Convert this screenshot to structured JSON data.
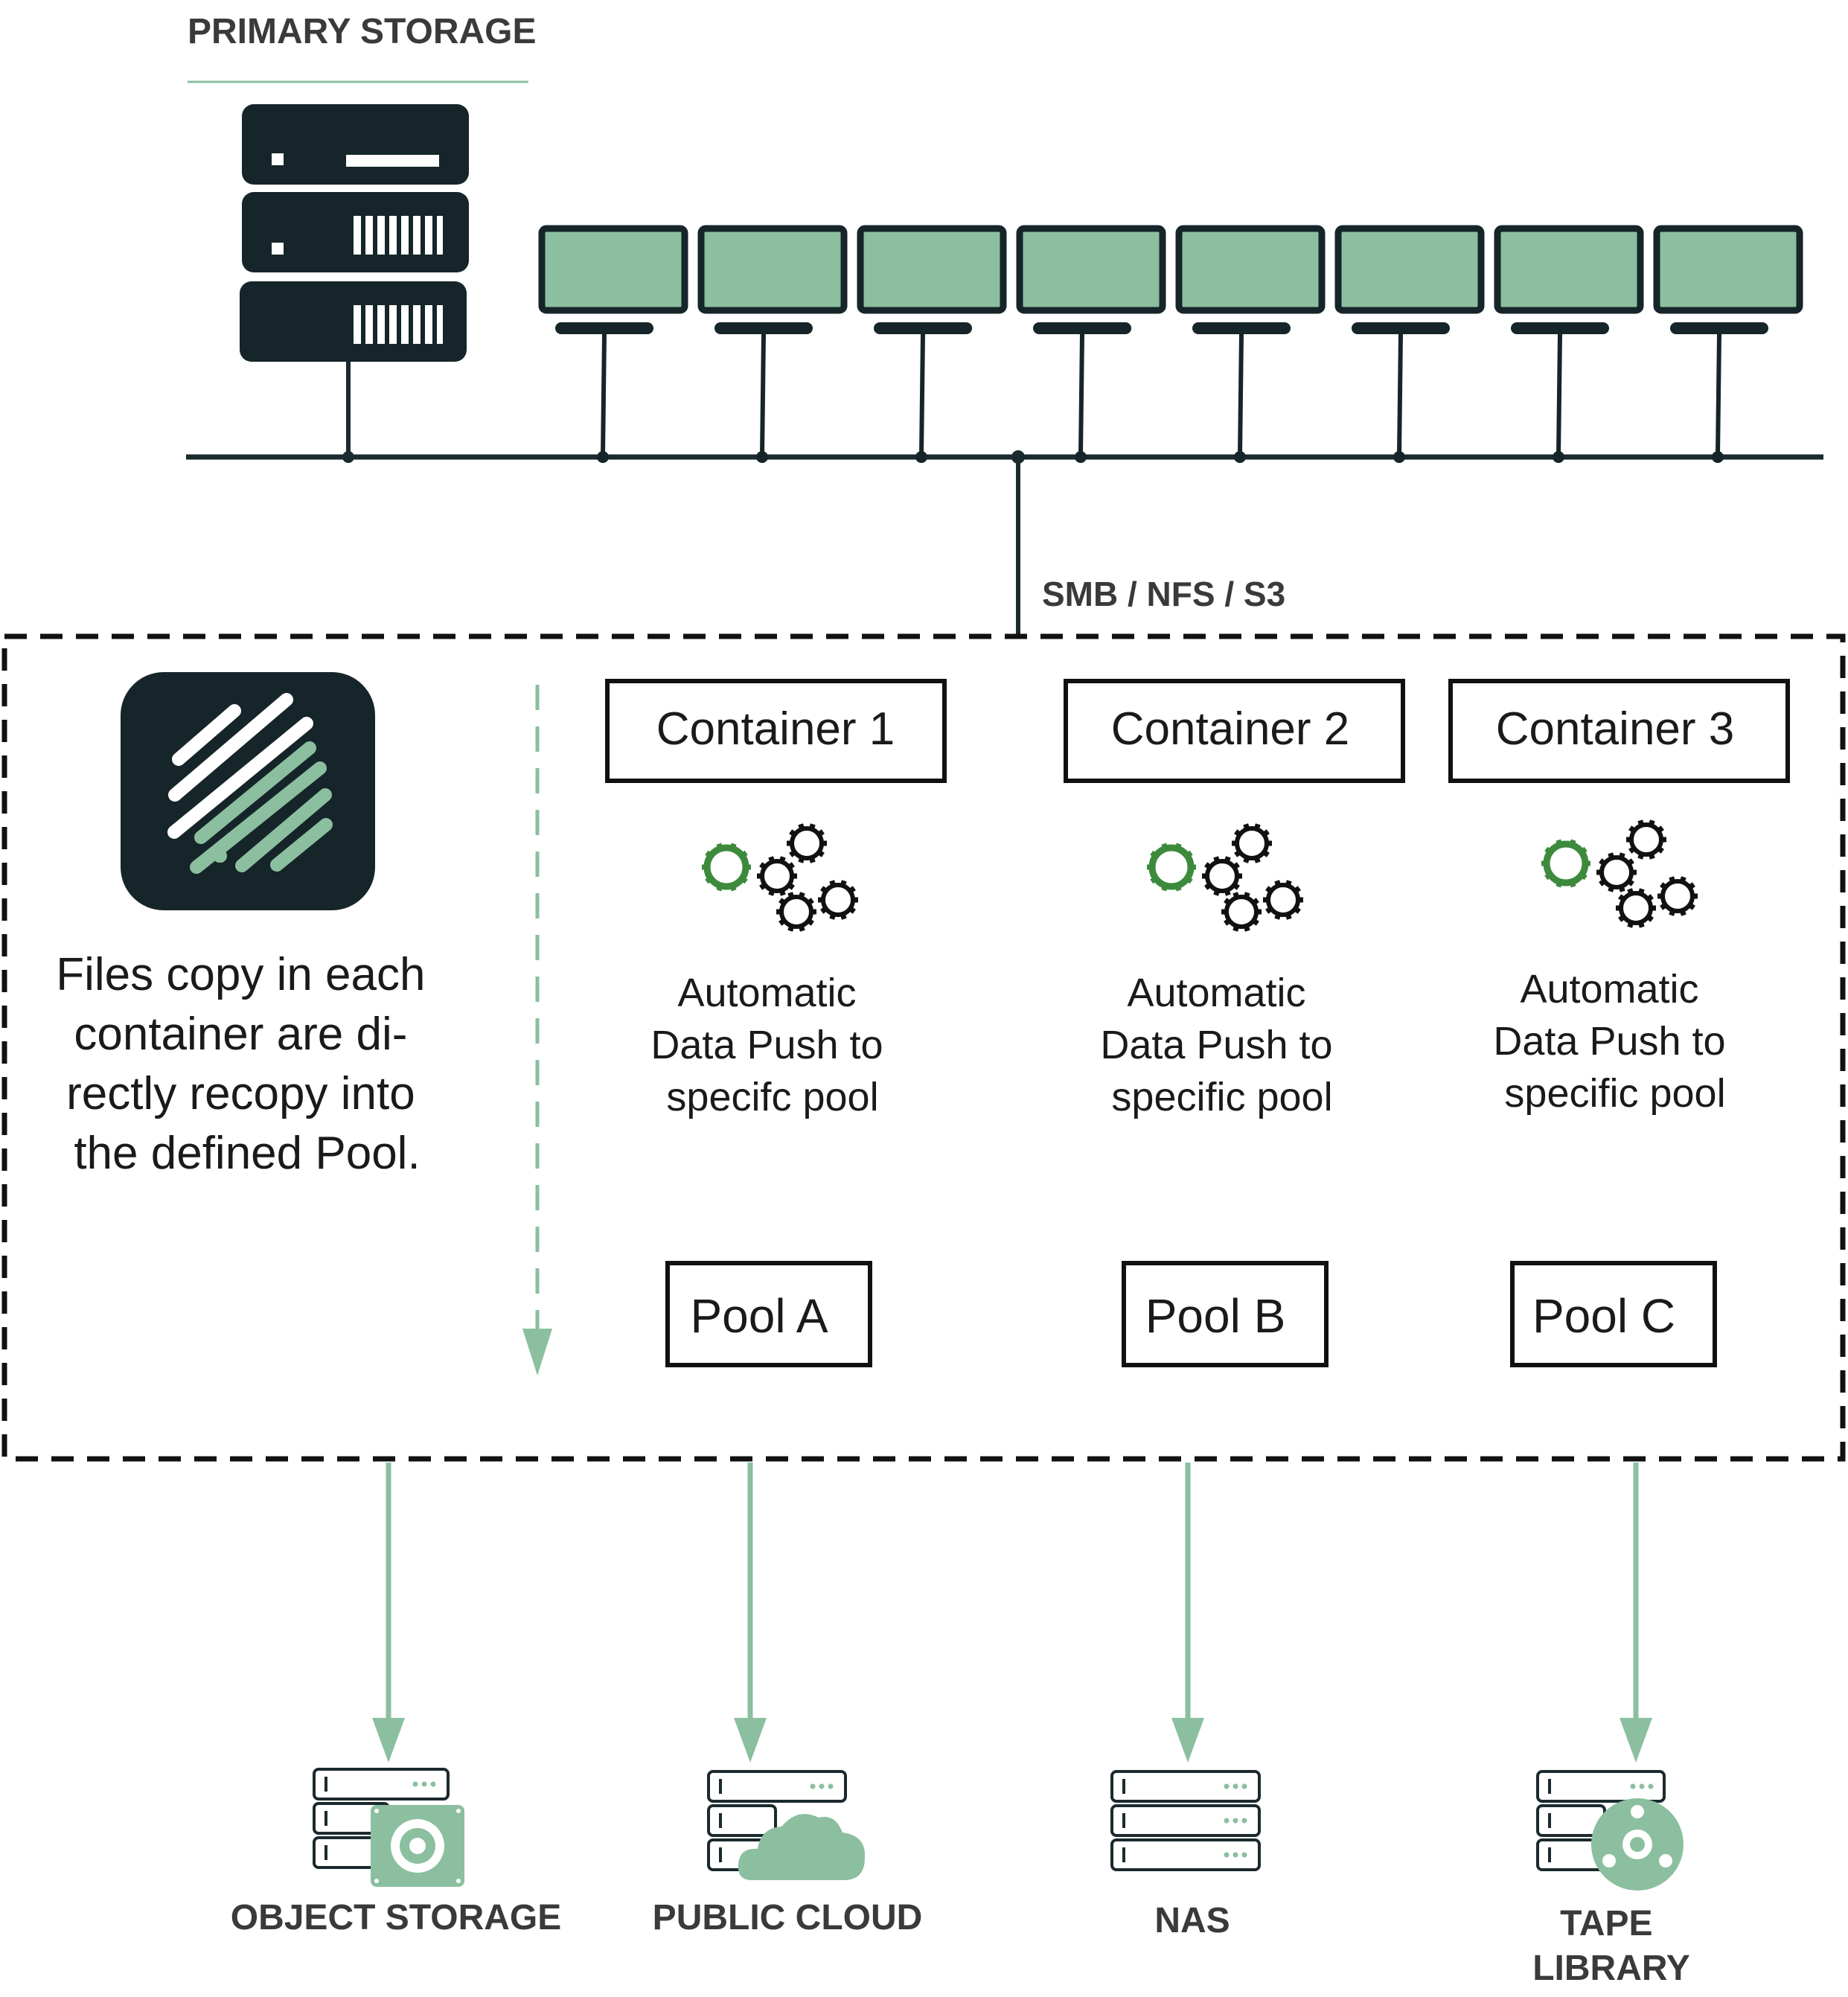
{
  "primary_storage": {
    "label": "PRIMARY STORAGE"
  },
  "network": {
    "protocol_label": "SMB / NFS / S3"
  },
  "workstations": {
    "count": 8
  },
  "description": {
    "lines": [
      "Files copy in each",
      "container are di-",
      "rectly recopy into",
      "the defined Pool."
    ]
  },
  "containers": [
    {
      "title": "Container 1",
      "caption": [
        "Automatic",
        "Data Push to",
        "specifc pool"
      ],
      "pool": "Pool A"
    },
    {
      "title": "Container 2",
      "caption": [
        "Automatic",
        "Data Push to",
        "specific pool"
      ],
      "pool": "Pool B"
    },
    {
      "title": "Container 3",
      "caption": [
        "Automatic",
        "Data Push to",
        "specific pool"
      ],
      "pool": "Pool C"
    }
  ],
  "targets": [
    {
      "label_lines": [
        "OBJECT STORAGE"
      ],
      "icon": "object-storage-icon"
    },
    {
      "label_lines": [
        "PUBLIC CLOUD"
      ],
      "icon": "public-cloud-icon"
    },
    {
      "label_lines": [
        "NAS"
      ],
      "icon": "nas-icon"
    },
    {
      "label_lines": [
        "TAPE",
        "LIBRARY"
      ],
      "icon": "tape-library-icon"
    }
  ],
  "colors": {
    "dark": "#152529",
    "accent_green": "#8bbf9f",
    "gear_green": "#3d8a3d"
  }
}
